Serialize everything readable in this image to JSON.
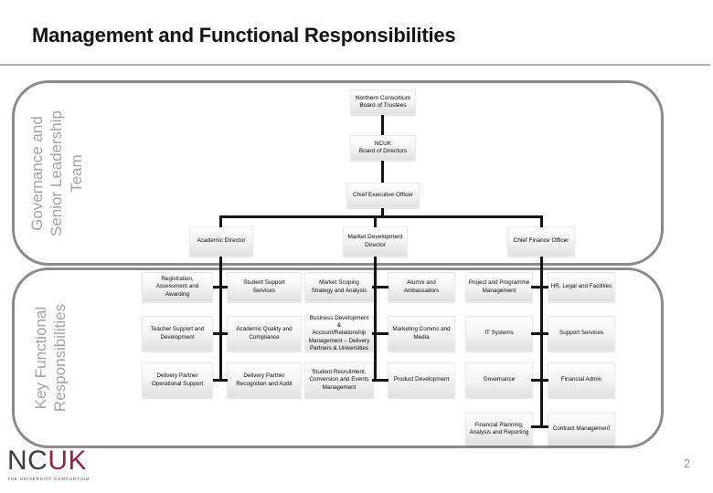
{
  "slide": {
    "title": "Management and Functional Responsibilities",
    "page_number": "2"
  },
  "logo": {
    "text_primary": "NC",
    "text_secondary": "UK",
    "tagline": "THE UNIVERSITY CONSORTIUM"
  },
  "sections": {
    "governance": {
      "label": "Governance and\nSenior Leadership\nTeam"
    },
    "functional": {
      "label": "Key Functional\nResponsibilities"
    }
  },
  "org": {
    "chain": [
      "Northern Consortium\nBoard of Trustees",
      "NCUK\nBoard of Directors",
      "Chief Executive Officer"
    ],
    "directors": [
      "Academic Director",
      "Market Development\nDirector",
      "Chief Finance Officer"
    ]
  },
  "grid": {
    "columns": [
      {
        "boxes": [
          "Registration,\nAssessment and\nAwarding",
          "Teacher Support and\nDevelopment",
          "Delivery Partner\nOperational Support"
        ]
      },
      {
        "boxes": [
          "Student Support\nServices",
          "Academic Quality and\nCompliance",
          "Delivery Partner\nRecognition and Audit"
        ]
      },
      {
        "boxes": [
          "Market Scoping\nStrategy and Analysis",
          "Business Development &\nAccount/Relationship\nManagement – Delivery\nPartners & Universities",
          "Student Recruitment,\nConversion and Events\nManagement"
        ]
      },
      {
        "boxes": [
          "Alumni and\nAmbassadors",
          "Marketing Comms and\nMedia",
          "Product Development"
        ]
      },
      {
        "boxes": [
          "Project and Programme\nManagement",
          "IT Systems",
          "Governance",
          "Financial Planning,\nAnalysis and Reporting"
        ]
      },
      {
        "boxes": [
          "HR, Legal and Facilities",
          "Support Services",
          "Financial Admin",
          "Contract Management"
        ]
      }
    ]
  },
  "colors": {
    "brand_red": "#9e2043",
    "brand_dark": "#3d3d3d",
    "section_border_gray": "#8b8b8b",
    "connector_black": "#141414",
    "label_gray": "#a3a3a3"
  }
}
